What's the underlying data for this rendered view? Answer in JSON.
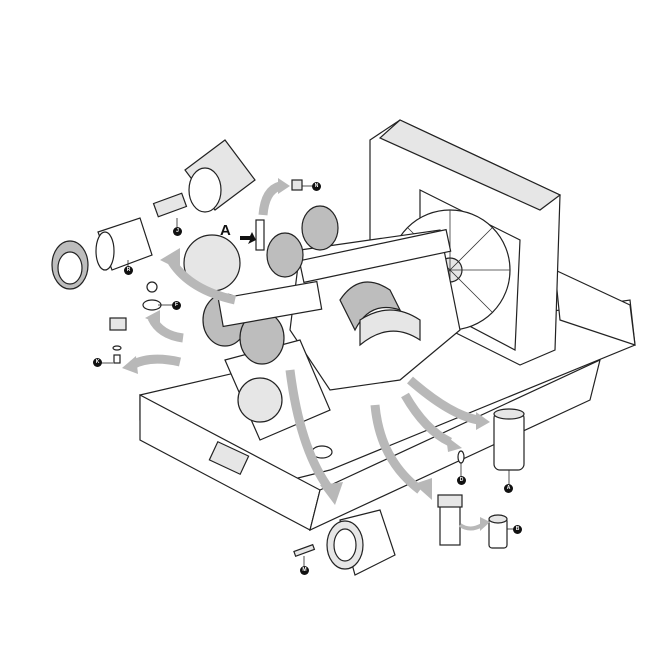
{
  "diagram": {
    "view_marker": "A",
    "callouts": [
      {
        "id": "r",
        "label": "R"
      },
      {
        "id": "j",
        "label": "J"
      },
      {
        "id": "f",
        "label": "F"
      },
      {
        "id": "k",
        "label": "K"
      },
      {
        "id": "n",
        "label": "N"
      },
      {
        "id": "d",
        "label": "D"
      },
      {
        "id": "a",
        "label": "A"
      },
      {
        "id": "b",
        "label": "B"
      },
      {
        "id": "m",
        "label": "M"
      }
    ],
    "colors": {
      "line": "#222222",
      "arrow": "#b8b8b8",
      "callout": "#111111"
    }
  }
}
